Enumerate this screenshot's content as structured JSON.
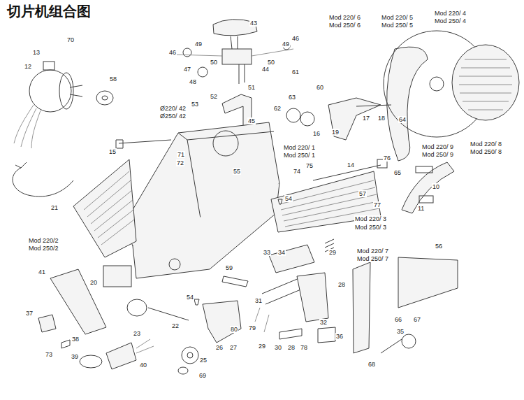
{
  "diagram": {
    "title": "切片机组合图",
    "labels": [
      "70",
      "13",
      "12",
      "58",
      "43",
      "46",
      "49",
      "47",
      "50",
      "48",
      "49",
      "46",
      "50",
      "44",
      "61",
      "51",
      "52",
      "53",
      "45",
      "Ø220/ 42",
      "Ø250/ 42",
      "15",
      "71",
      "72",
      "55",
      "21",
      "62",
      "63",
      "60",
      "16",
      "19",
      "17",
      "18",
      "Mod 220/ 6",
      "Mod 250/ 6",
      "Mod 220/ 5",
      "Mod 250/ 5",
      "Mod 220/ 4",
      "Mod 250/ 4",
      "64",
      "Mod 220/ 1",
      "Mod 250/ 1",
      "14",
      "76",
      "74",
      "75",
      "57",
      "77",
      "54",
      "Mod 220/ 9",
      "Mod 250/ 9",
      "Mod 220/ 8",
      "Mod 250/ 8",
      "65",
      "10",
      "11",
      "Mod 220/ 3",
      "Mod 250/ 3",
      "Mod 220/2",
      "Mod 250/2",
      "33",
      "34",
      "29",
      "Mod 220/ 7",
      "Mod 250/ 7",
      "56",
      "41",
      "20",
      "59",
      "31",
      "28",
      "54",
      "37",
      "23",
      "22",
      "38",
      "73",
      "39",
      "40",
      "25",
      "69",
      "26",
      "27",
      "80",
      "79",
      "29",
      "30",
      "28",
      "78",
      "32",
      "36",
      "68",
      "66",
      "67",
      "35"
    ]
  }
}
